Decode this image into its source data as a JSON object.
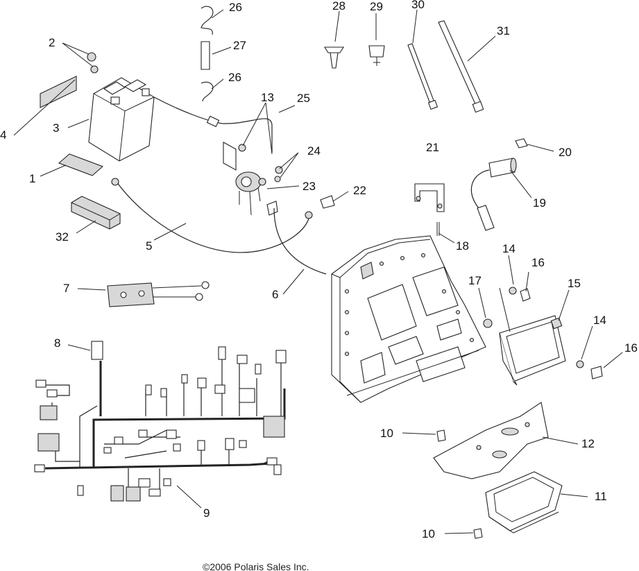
{
  "diagram": {
    "copyright": "©2006 Polaris Sales Inc.",
    "callouts": [
      "1",
      "2",
      "3",
      "4",
      "5",
      "6",
      "7",
      "8",
      "9",
      "10",
      "10",
      "11",
      "12",
      "13",
      "14",
      "14",
      "15",
      "16",
      "16",
      "17",
      "18",
      "19",
      "20",
      "21",
      "22",
      "23",
      "24",
      "25",
      "26",
      "26",
      "27",
      "28",
      "29",
      "30",
      "31",
      "32"
    ]
  }
}
